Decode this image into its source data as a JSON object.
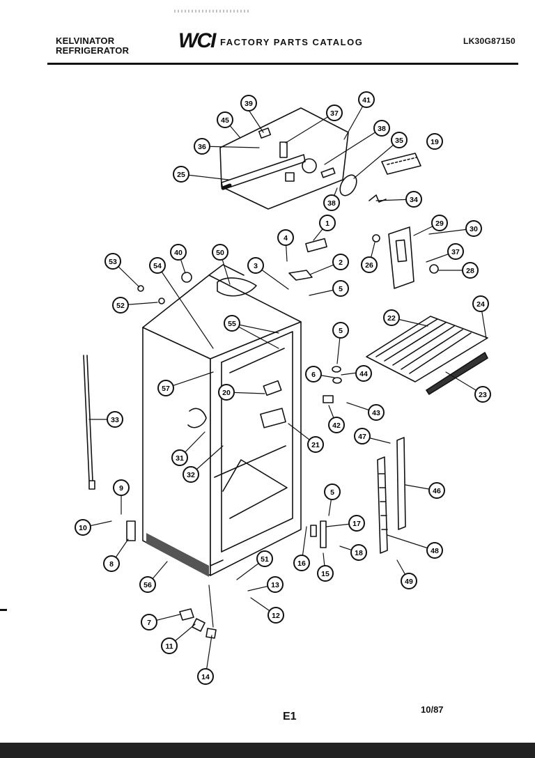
{
  "header": {
    "brand": "KELVINATOR",
    "product": "REFRIGERATOR",
    "logo": "WCI",
    "catalog_title": "FACTORY PARTS CATALOG",
    "model_number": "LK30G87150"
  },
  "footer": {
    "page_code": "E1",
    "date": "10/87"
  },
  "callouts": [
    "39",
    "45",
    "37",
    "41",
    "38",
    "35",
    "19",
    "36",
    "25",
    "38",
    "34",
    "1",
    "29",
    "30",
    "4",
    "37",
    "28",
    "2",
    "26",
    "3",
    "5",
    "53",
    "40",
    "50",
    "54",
    "52",
    "55",
    "22",
    "24",
    "5",
    "44",
    "6",
    "57",
    "20",
    "43",
    "42",
    "23",
    "33",
    "47",
    "21",
    "31",
    "32",
    "46",
    "9",
    "5",
    "10",
    "17",
    "16",
    "18",
    "8",
    "51",
    "13",
    "56",
    "15",
    "48",
    "49",
    "12",
    "7",
    "11",
    "14"
  ]
}
